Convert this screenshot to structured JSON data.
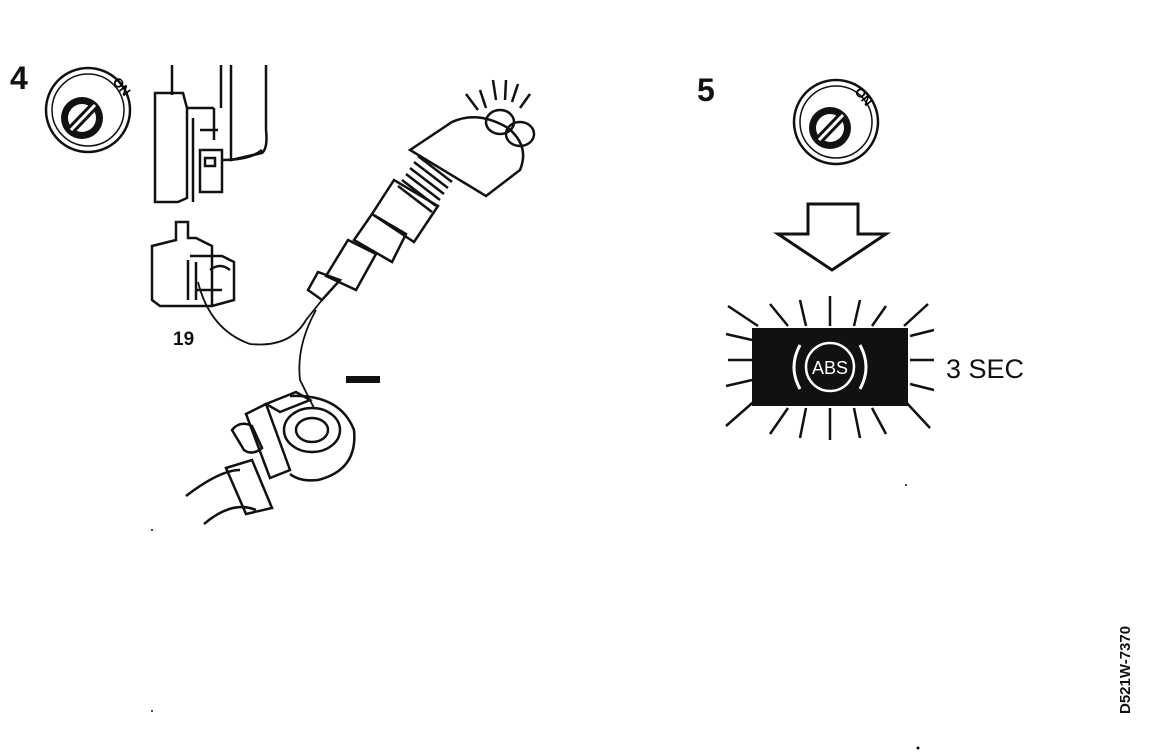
{
  "step4": {
    "number": "4",
    "switch_label": "ON",
    "connector_label": "19",
    "polarity_symbol": "–"
  },
  "step5": {
    "number": "5",
    "switch_label": "ON",
    "warning_lamp_text": "ABS",
    "duration_label": "3 SEC"
  },
  "reference_code": "D521W-7370",
  "colors": {
    "ink": "#111111",
    "paper": "#ffffff"
  },
  "icons": {
    "ignition": "ignition-switch-icon",
    "arrow": "arrow-down-icon",
    "lamp": "abs-warning-lamp-icon",
    "tester": "test-lamp-icon",
    "sensor": "sensor-plug-icon"
  }
}
